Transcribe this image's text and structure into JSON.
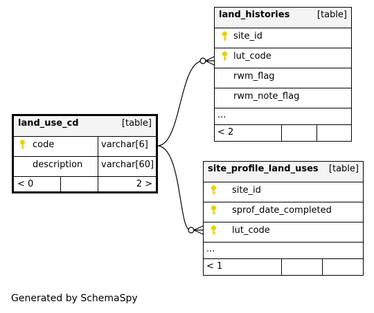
{
  "tables": {
    "land_use_cd": {
      "name": "land_use_cd",
      "kind": "[table]",
      "columns": [
        {
          "name": "code",
          "type": "varchar[6]",
          "key": true
        },
        {
          "name": "description",
          "type": "varchar[60]",
          "key": false
        }
      ],
      "footer_left": "< 0",
      "footer_right": "2 >"
    },
    "land_histories": {
      "name": "land_histories",
      "kind": "[table]",
      "columns": [
        {
          "name": "site_id",
          "key": true
        },
        {
          "name": "lut_code",
          "key": true
        },
        {
          "name": "rwm_flag",
          "key": false
        },
        {
          "name": "rwm_note_flag",
          "key": false
        }
      ],
      "more": "...",
      "footer_left": "< 2"
    },
    "site_profile_land_uses": {
      "name": "site_profile_land_uses",
      "kind": "[table]",
      "columns": [
        {
          "name": "site_id",
          "key": true
        },
        {
          "name": "sprof_date_completed",
          "key": true
        },
        {
          "name": "lut_code",
          "key": true
        }
      ],
      "more": "...",
      "footer_left": "< 1"
    }
  },
  "colors": {
    "key": "#e6d200",
    "header_bg": "#f4f4f4",
    "line": "#000000"
  },
  "footer": "Generated by SchemaSpy"
}
